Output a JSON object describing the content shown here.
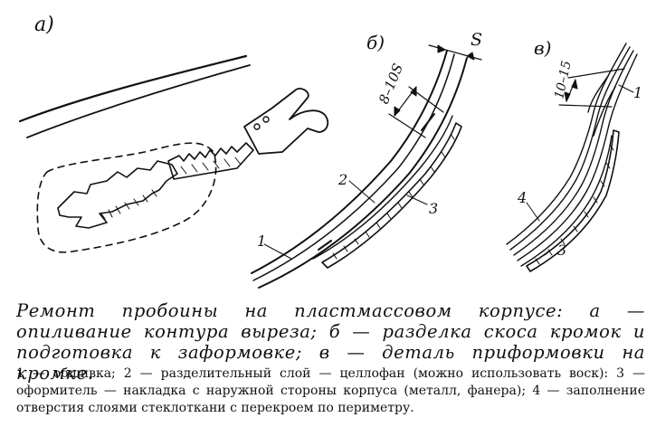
{
  "figure": {
    "panel_labels": {
      "a": "а)",
      "b": "б)",
      "v": "в)"
    },
    "dimensions": {
      "bevel_length": "8–10S",
      "thickness": "S",
      "overlap_length": "10–15"
    },
    "part_labels": {
      "b_1": "1",
      "b_2": "2",
      "b_3": "3",
      "v_1": "1",
      "v_3": "3",
      "v_4": "4"
    }
  },
  "caption": {
    "main": "Ремонт пробоины на пластмассовом корпусе: а — опиливание контура выреза; б — разделка скоса кромок и подготовка к заформовке; в — деталь приформовки на кромке.",
    "legend": "1 — обшивка; 2 — разделительный слой — целлофан (можно использовать воск): 3 — оформитель — накладка с наружной стороны корпуса (металл, фанера); 4 — заполнение отверстия слоями стеклоткани с перекроем по периметру."
  }
}
